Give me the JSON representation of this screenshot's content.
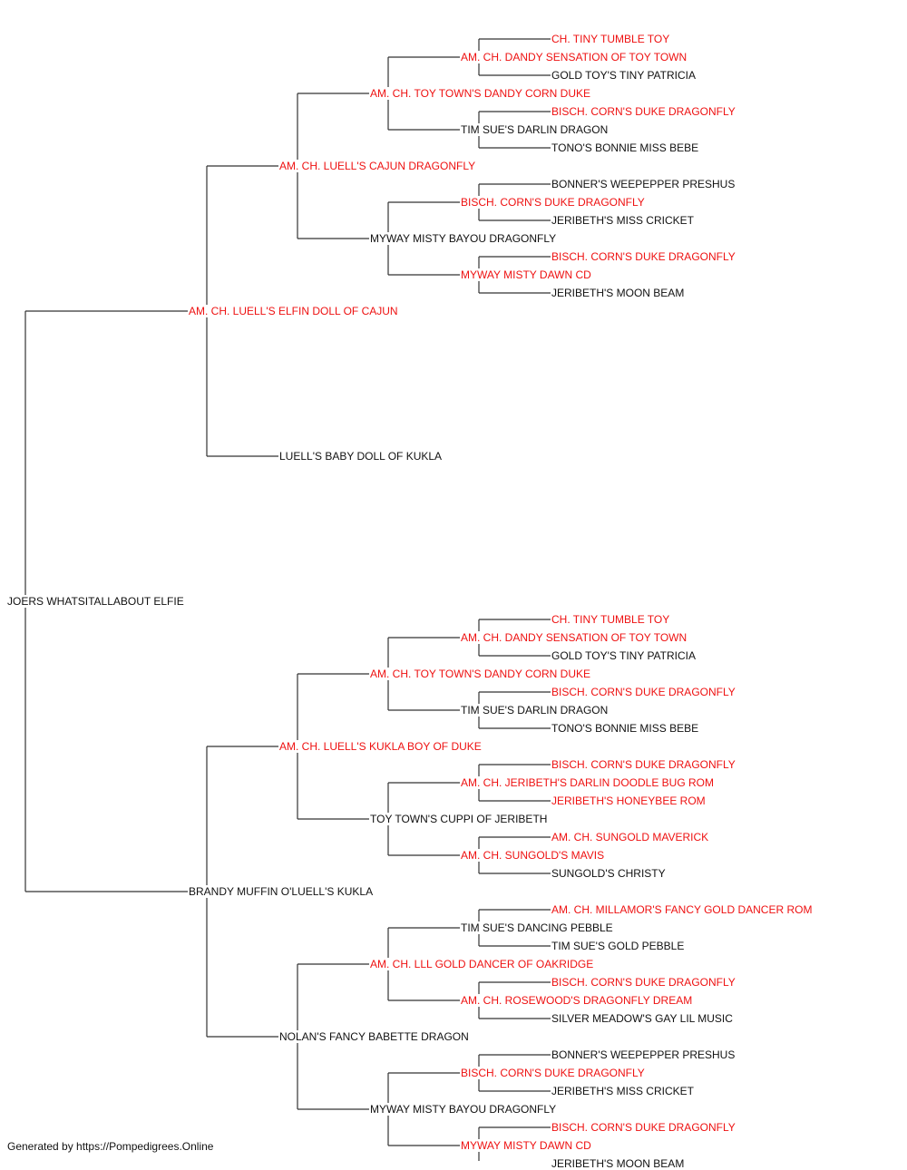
{
  "colors": {
    "champion": "#ee1111",
    "default": "#111111",
    "line": "#333333"
  },
  "pedigree": {
    "name": "JOERS WHATSITALLABOUT ELFIE",
    "champion": false,
    "sire": {
      "name": "AM. CH. LUELL'S ELFIN DOLL OF CAJUN",
      "champion": true,
      "sire": {
        "name": "AM. CH. LUELL'S CAJUN DRAGONFLY",
        "champion": true,
        "sire": {
          "name": "AM. CH. TOY TOWN'S DANDY CORN DUKE",
          "champion": true,
          "sire": {
            "name": "AM. CH. DANDY SENSATION OF TOY TOWN",
            "champion": true,
            "sire": {
              "name": "CH. TINY TUMBLE TOY",
              "champion": true
            },
            "dam": {
              "name": "GOLD TOY'S TINY PATRICIA",
              "champion": false
            }
          },
          "dam": {
            "name": "TIM SUE'S DARLIN DRAGON",
            "champion": false,
            "sire": {
              "name": "BISCH. CORN'S DUKE DRAGONFLY",
              "champion": true
            },
            "dam": {
              "name": "TONO'S BONNIE MISS BEBE",
              "champion": false
            }
          }
        },
        "dam": {
          "name": "MYWAY MISTY BAYOU DRAGONFLY",
          "champion": false,
          "sire": {
            "name": "BISCH. CORN'S DUKE DRAGONFLY",
            "champion": true,
            "sire": {
              "name": "BONNER'S WEEPEPPER PRESHUS",
              "champion": false
            },
            "dam": {
              "name": "JERIBETH'S MISS CRICKET",
              "champion": false
            }
          },
          "dam": {
            "name": "MYWAY MISTY DAWN CD",
            "champion": true,
            "sire": {
              "name": "BISCH. CORN'S DUKE DRAGONFLY",
              "champion": true
            },
            "dam": {
              "name": "JERIBETH'S MOON BEAM",
              "champion": false
            }
          }
        }
      },
      "dam": {
        "name": "LUELL'S BABY DOLL OF KUKLA",
        "champion": false
      }
    },
    "dam": {
      "name": "BRANDY MUFFIN O'LUELL'S KUKLA",
      "champion": false,
      "sire": {
        "name": "AM. CH. LUELL'S KUKLA BOY OF DUKE",
        "champion": true,
        "sire": {
          "name": "AM. CH. TOY TOWN'S DANDY CORN DUKE",
          "champion": true,
          "sire": {
            "name": "AM. CH. DANDY SENSATION OF TOY TOWN",
            "champion": true,
            "sire": {
              "name": "CH. TINY TUMBLE TOY",
              "champion": true
            },
            "dam": {
              "name": "GOLD TOY'S TINY PATRICIA",
              "champion": false
            }
          },
          "dam": {
            "name": "TIM SUE'S DARLIN DRAGON",
            "champion": false,
            "sire": {
              "name": "BISCH. CORN'S DUKE DRAGONFLY",
              "champion": true
            },
            "dam": {
              "name": "TONO'S BONNIE MISS BEBE",
              "champion": false
            }
          }
        },
        "dam": {
          "name": "TOY TOWN'S CUPPI OF JERIBETH",
          "champion": false,
          "sire": {
            "name": "AM. CH. JERIBETH'S DARLIN DOODLE BUG ROM",
            "champion": true,
            "sire": {
              "name": "BISCH. CORN'S DUKE DRAGONFLY",
              "champion": true
            },
            "dam": {
              "name": "JERIBETH'S HONEYBEE ROM",
              "champion": true
            }
          },
          "dam": {
            "name": "AM. CH. SUNGOLD'S MAVIS",
            "champion": true,
            "sire": {
              "name": "AM. CH. SUNGOLD MAVERICK",
              "champion": true
            },
            "dam": {
              "name": "SUNGOLD'S CHRISTY",
              "champion": false
            }
          }
        }
      },
      "dam": {
        "name": "NOLAN'S FANCY BABETTE DRAGON",
        "champion": false,
        "sire": {
          "name": "AM. CH. LLL GOLD DANCER OF OAKRIDGE",
          "champion": true,
          "sire": {
            "name": "TIM SUE'S DANCING PEBBLE",
            "champion": false,
            "sire": {
              "name": "AM. CH. MILLAMOR'S FANCY GOLD DANCER ROM",
              "champion": true
            },
            "dam": {
              "name": "TIM SUE'S GOLD PEBBLE",
              "champion": false
            }
          },
          "dam": {
            "name": "AM. CH. ROSEWOOD'S DRAGONFLY DREAM",
            "champion": true,
            "sire": {
              "name": "BISCH. CORN'S DUKE DRAGONFLY",
              "champion": true
            },
            "dam": {
              "name": "SILVER MEADOW'S GAY LIL MUSIC",
              "champion": false
            }
          }
        },
        "dam": {
          "name": "MYWAY MISTY BAYOU DRAGONFLY",
          "champion": false,
          "sire": {
            "name": "BISCH. CORN'S DUKE DRAGONFLY",
            "champion": true,
            "sire": {
              "name": "BONNER'S WEEPEPPER PRESHUS",
              "champion": false
            },
            "dam": {
              "name": "JERIBETH'S MISS CRICKET",
              "champion": false
            }
          },
          "dam": {
            "name": "MYWAY MISTY DAWN CD",
            "champion": true,
            "sire": {
              "name": "BISCH. CORN'S DUKE DRAGONFLY",
              "champion": true
            },
            "dam": {
              "name": "JERIBETH'S MOON BEAM",
              "champion": false
            }
          }
        }
      }
    }
  },
  "footer": {
    "text": "Generated by https://Pompedigrees.Online"
  }
}
